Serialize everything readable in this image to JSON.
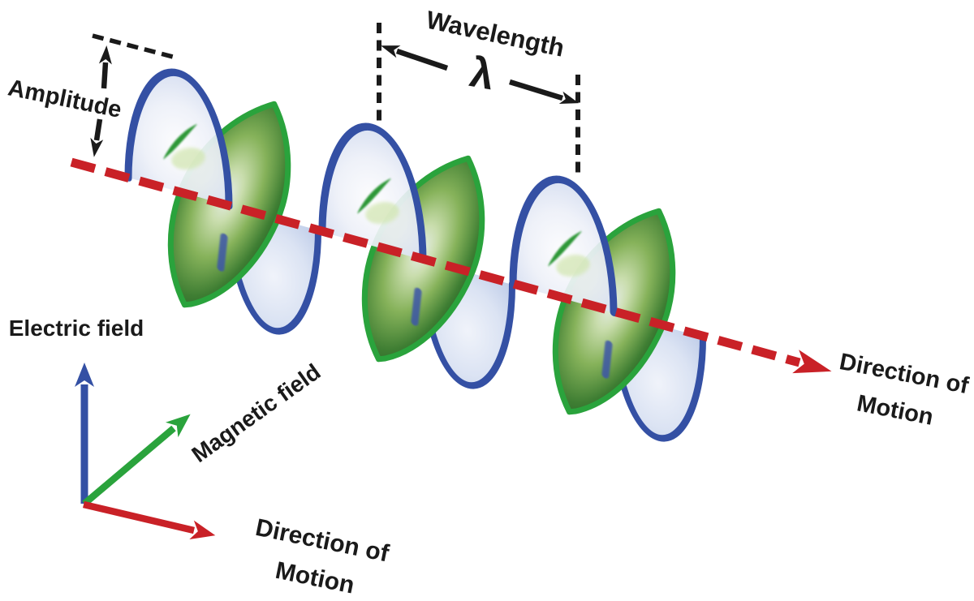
{
  "figure": {
    "type": "electromagnetic-wave-diagram",
    "labels": {
      "amplitude": "Amplitude",
      "wavelength": "Wavelength",
      "lambda_symbol": "λ",
      "electric_field": "Electric field",
      "magnetic_field": "Magnetic field",
      "direction_bottom": {
        "line1": "Direction of",
        "line2": "Motion"
      },
      "direction_right": {
        "line1": "Direction of",
        "line2": "Motion"
      }
    },
    "colors": {
      "electric_blue": "#3450a4",
      "electric_fill_light": "#dfe6f4",
      "magnetic_green": "#2aa33c",
      "magnetic_green_dark": "#276426",
      "axis_red": "#c92127",
      "annotation_black": "#1a1a1a",
      "background": "#ffffff"
    }
  }
}
